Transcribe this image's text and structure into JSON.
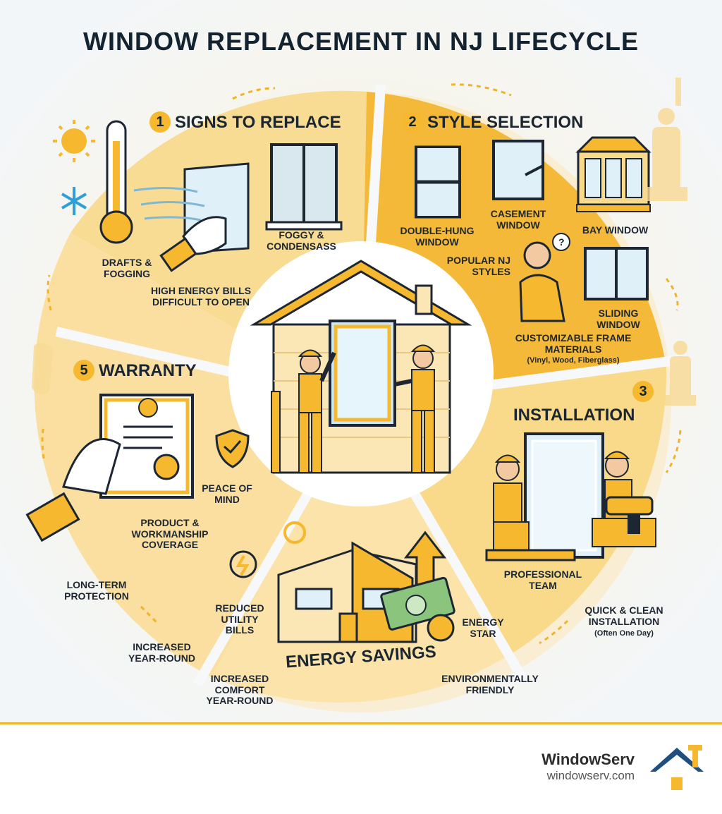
{
  "title": "WINDOW REPLACEMENT IN NJ LIFECYCLE",
  "sections": {
    "signs": {
      "number": "1",
      "title": "SIGNS TO REPLACE",
      "labels": [
        "DRAFTS & FOGGING",
        "HIGH ENERGY BILLS DIFFICULT TO OPEN",
        "FOGGY & CONDENSASS"
      ]
    },
    "style": {
      "number": "2",
      "title": "STYLE SELECTION",
      "labels": {
        "double_hung": "DOUBLE-HUNG WINDOW",
        "casement": "CASEMENT WINDOW",
        "bay": "BAY WINDOW",
        "popular": "POPULAR NJ STYLES",
        "sliding": "SLIDING WINDOW",
        "frame": "CUSTOMIZABLE FRAME MATERIALS",
        "frame_sub": "(Vinyl, Wood, Fiberglass)"
      }
    },
    "installation": {
      "number": "3",
      "title": "INSTALLATION",
      "labels": {
        "team": "PROFESSIONAL TEAM",
        "quick": "QUICK & CLEAN INSTALLATION",
        "quick_sub": "(Often One Day)"
      }
    },
    "energy": {
      "title": "ENERGY SAVINGS",
      "labels": {
        "reduced": "REDUCED UTILITY BILLS",
        "star": "ENERGY STAR",
        "comfort": "INCREASED COMFORT YEAR-ROUND",
        "env": "ENVIRONMENTALLY FRIENDLY"
      }
    },
    "warranty": {
      "number": "5",
      "title": "WARRANTY",
      "labels": {
        "peace": "PEACE OF MIND",
        "coverage": "PRODUCT & WORKMANSHIP COVERAGE",
        "longterm": "LONG-TERM PROTECTION",
        "yearround": "INCREASED YEAR-ROUND"
      }
    }
  },
  "brand": {
    "name": "WindowServ",
    "url": "windowserv.com"
  },
  "colors": {
    "accent": "#f6b82e",
    "accent_light": "#f9d98a",
    "background_band": "#fbe7b8",
    "text": "#1d2733"
  },
  "icons": [
    "sun-icon",
    "snowflake-icon",
    "thermometer-icon",
    "statue-of-liberty-icon",
    "nj-map-icon",
    "house-icon",
    "worker-icon",
    "certificate-icon",
    "shield-check-icon",
    "dollar-bill-icon",
    "arrow-up-icon",
    "power-icon",
    "level-tool-icon",
    "drill-icon",
    "brand-logo-icon"
  ]
}
